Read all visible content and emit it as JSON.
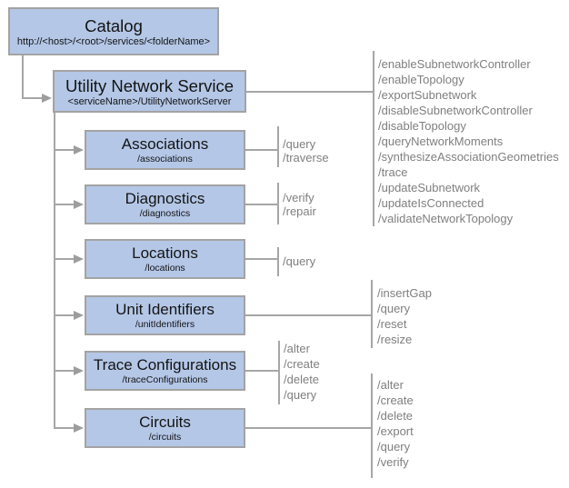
{
  "colors": {
    "box_fill": "#b4c7e7",
    "box_border": "#a3a3a3",
    "connector": "#a6a6a6",
    "operation_text": "#7f7f7f",
    "node_text": "#141414"
  },
  "nodes": {
    "catalog": {
      "title": "Catalog",
      "subtitle": "http://<host>/<root>/services/<folderName>"
    },
    "utility_network_service": {
      "title": "Utility Network Service",
      "subtitle": "<serviceName>/UtilityNetworkServer",
      "operations": [
        "/enableSubnetworkController",
        "/enableTopology",
        "/exportSubnetwork",
        "/disableSubnetworkController",
        "/disableTopology",
        "/queryNetworkMoments",
        "/synthesizeAssociationGeometries",
        "/trace",
        "/updateSubnetwork",
        "/updateIsConnected",
        "/validateNetworkTopology"
      ]
    },
    "associations": {
      "title": "Associations",
      "subtitle": "/associations",
      "operations": [
        "/query",
        "/traverse"
      ]
    },
    "diagnostics": {
      "title": "Diagnostics",
      "subtitle": "/diagnostics",
      "operations": [
        "/verify",
        "/repair"
      ]
    },
    "locations": {
      "title": "Locations",
      "subtitle": "/locations",
      "operations": [
        "/query"
      ]
    },
    "unit_identifiers": {
      "title": "Unit Identifiers",
      "subtitle": "/unitIdentifiers",
      "operations": [
        "/insertGap",
        "/query",
        "/reset",
        "/resize"
      ]
    },
    "trace_configurations": {
      "title": "Trace Configurations",
      "subtitle": "/traceConfigurations",
      "operations": [
        "/alter",
        "/create",
        "/delete",
        "/query"
      ]
    },
    "circuits": {
      "title": "Circuits",
      "subtitle": "/circuits",
      "operations": [
        "/alter",
        "/create",
        "/delete",
        "/export",
        "/query",
        "/verify"
      ]
    }
  }
}
